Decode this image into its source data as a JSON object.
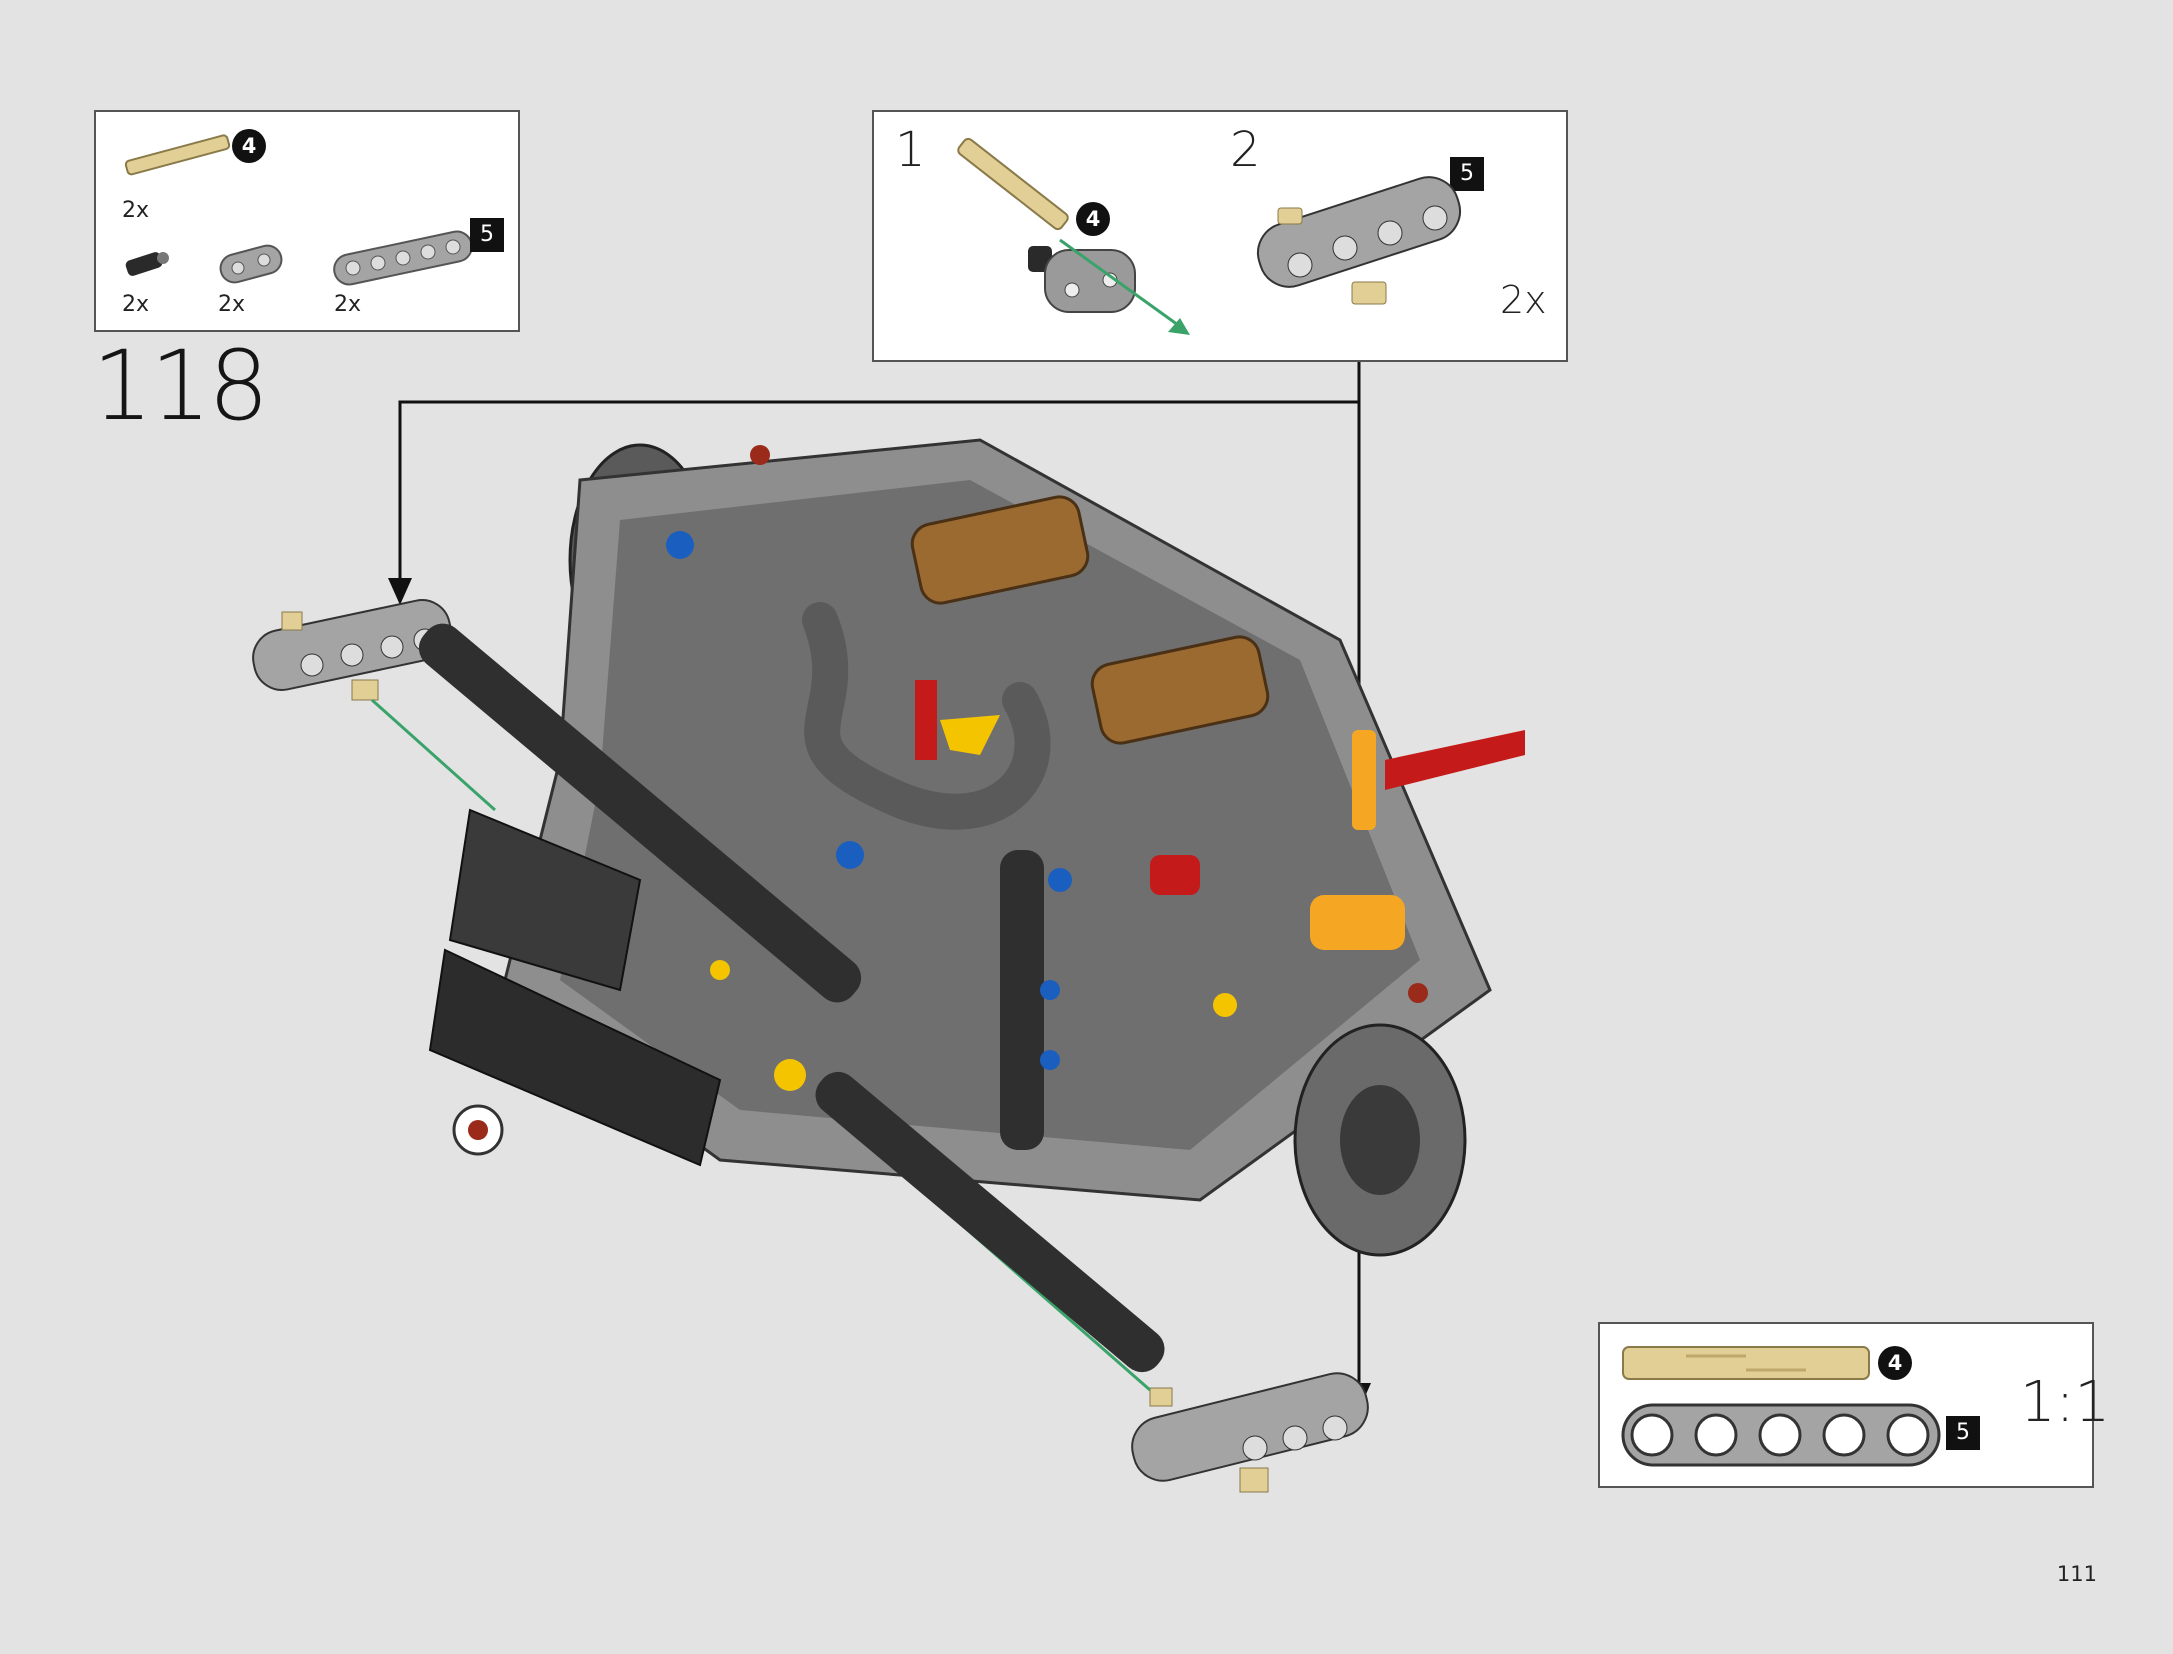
{
  "step": {
    "number": "118"
  },
  "page": {
    "number": "111"
  },
  "parts_list": {
    "items": [
      {
        "name": "axle",
        "quantity": "2x",
        "length_badge": "4"
      },
      {
        "name": "axle-pin-connector",
        "quantity": "2x"
      },
      {
        "name": "beam-2",
        "quantity": "2x"
      },
      {
        "name": "beam-5",
        "quantity": "2x",
        "length_badge": "5"
      }
    ]
  },
  "substeps": {
    "step1": {
      "label": "1",
      "badge": "4"
    },
    "step2": {
      "label": "2",
      "badge": "5",
      "multiplier": "2x"
    }
  },
  "scale_reference": {
    "axle_badge": "4",
    "beam_badge": "5",
    "ratio": "1:1"
  },
  "colors": {
    "background": "#e3e3e3",
    "tan": "#e2cf95",
    "light_gray": "#a4a4a4",
    "dark_gray": "#4a4a4a",
    "green_arrow": "#3aa36a",
    "red": "#c51a1a",
    "yellow": "#f5c400",
    "orange": "#f5a623",
    "blue": "#1a5fbf",
    "brown": "#9a6a30"
  }
}
